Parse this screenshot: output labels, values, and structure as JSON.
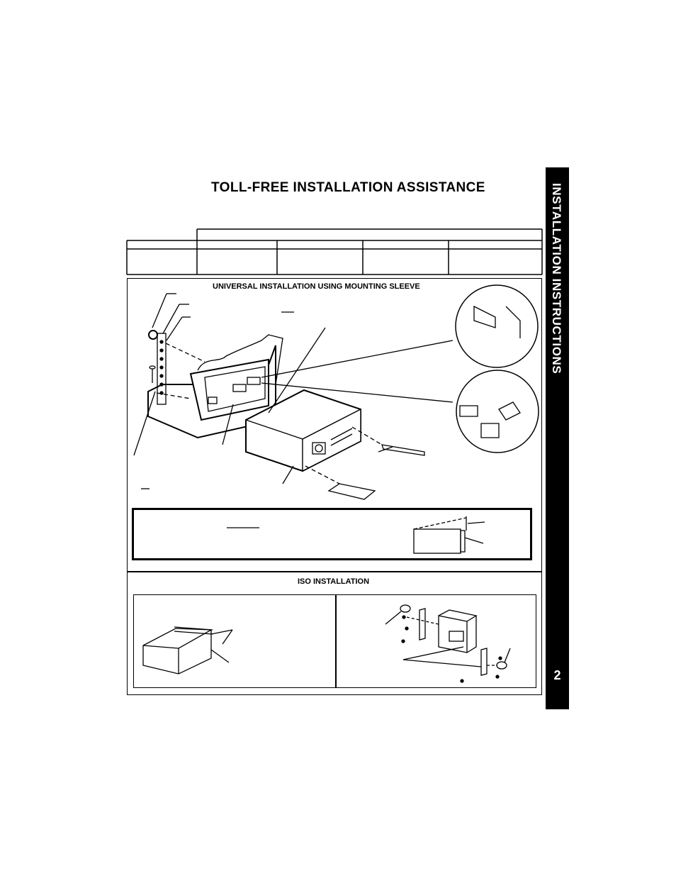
{
  "header": {
    "title": "TOLL-FREE INSTALLATION ASSISTANCE"
  },
  "side_tab": {
    "label": "INSTALLATION INSTRUCTIONS",
    "page_number": "2"
  },
  "sections": {
    "universal": {
      "title": "UNIVERSAL INSTALLATION USING MOUNTING SLEEVE"
    },
    "iso": {
      "title": "ISO INSTALLATION"
    }
  }
}
